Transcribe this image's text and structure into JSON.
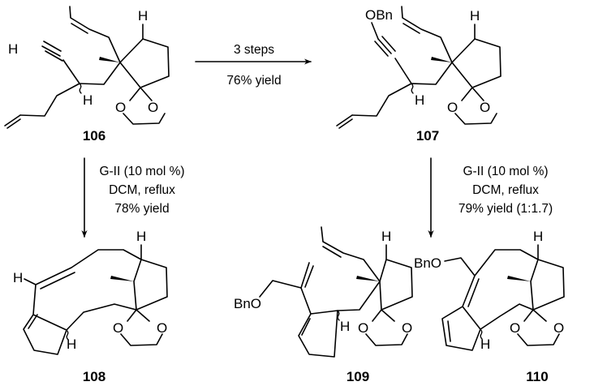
{
  "scheme": {
    "compounds": [
      {
        "label": "106"
      },
      {
        "label": "107"
      },
      {
        "label": "108"
      },
      {
        "label": "109"
      },
      {
        "label": "110"
      }
    ],
    "atoms": {
      "H": "H",
      "O": "O",
      "OBn": "OBn",
      "BnO": "BnO"
    },
    "arrows": {
      "top": {
        "above": "3 steps",
        "below": "76% yield"
      },
      "left": {
        "lines": [
          "G-II (10 mol %)",
          "DCM, reflux",
          "78% yield"
        ]
      },
      "right": {
        "lines": [
          "G-II (10 mol %)",
          "DCM, reflux",
          "79% yield (1:1.7)"
        ]
      }
    }
  }
}
